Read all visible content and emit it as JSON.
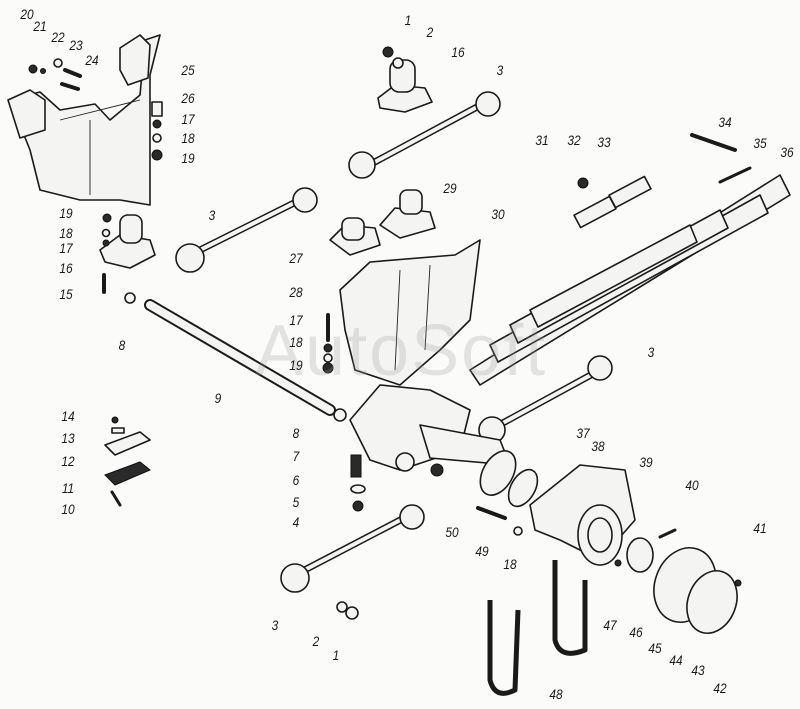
{
  "watermark": "AutoSoft",
  "labels": [
    "20",
    "21",
    "22",
    "23",
    "24",
    "25",
    "26",
    "17",
    "18",
    "19",
    "19",
    "18",
    "17",
    "16",
    "15",
    "3",
    "1",
    "2",
    "16",
    "3",
    "34",
    "35",
    "36",
    "31",
    "32",
    "33",
    "29",
    "30",
    "27",
    "28",
    "17",
    "18",
    "19",
    "8",
    "9",
    "8",
    "7",
    "6",
    "5",
    "4",
    "14",
    "13",
    "12",
    "11",
    "10",
    "3",
    "37",
    "38",
    "39",
    "40",
    "41",
    "42",
    "43",
    "44",
    "45",
    "46",
    "47",
    "48",
    "18",
    "49",
    "50",
    "3",
    "2",
    "1"
  ]
}
